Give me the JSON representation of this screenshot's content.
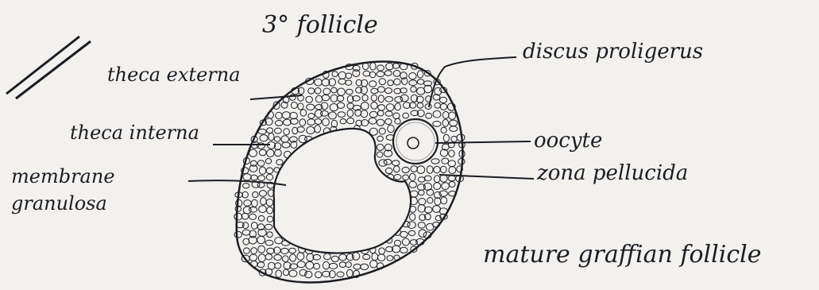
{
  "diagram": {
    "title": "3° follicle",
    "labels": {
      "theca_externa": "theca externa",
      "theca_interna": "theca interna",
      "membrana_granulosa_line1": "membrane",
      "membrana_granulosa_line2": "granulosa",
      "discus_proligerus": "discus proligerus",
      "oocyte": "oocyte",
      "zona_pellucida": "zona pellucida"
    },
    "caption": "mature graffian follicle"
  },
  "colors": {
    "ink": "#1c1c24",
    "paper": "#f3f1ee"
  }
}
